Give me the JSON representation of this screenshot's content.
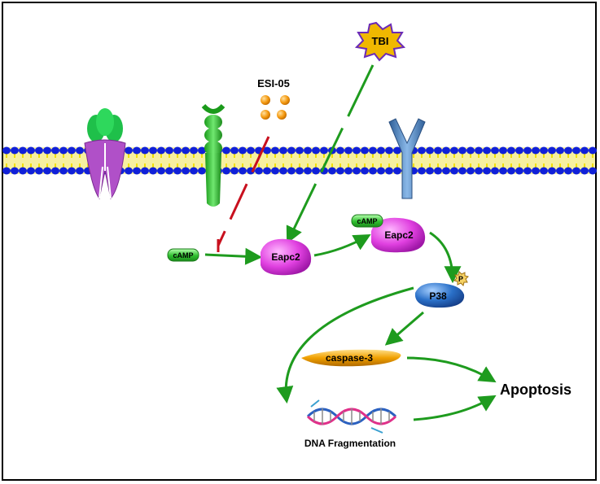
{
  "labels": {
    "tbi": "TBI",
    "esi": "ESI-05",
    "camp_free": "cAMP",
    "eapc2_left": "Eapc2",
    "camp_bound": "cAMP",
    "eapc2_right": "Eapc2",
    "p38": "P38",
    "phospho": "P",
    "caspase": "caspase-3",
    "apoptosis": "Apoptosis",
    "dna": "DNA Fragmentation"
  },
  "colors": {
    "arrow_green": "#1e9b1e",
    "inhibit_red": "#c8101e",
    "membrane_head": "#1020d8",
    "membrane_tail": "#f0e000",
    "eapc2_pink": "#e040e0",
    "p38_blue": "#2a70c8",
    "caspase_orange": "#f0a000",
    "tbi_yellow": "#f0b800",
    "tbi_border": "#6a2ab8",
    "camp_green": "#30c030",
    "receptor_blue": "#4a80b8",
    "esi_orange": "#f59a10"
  }
}
